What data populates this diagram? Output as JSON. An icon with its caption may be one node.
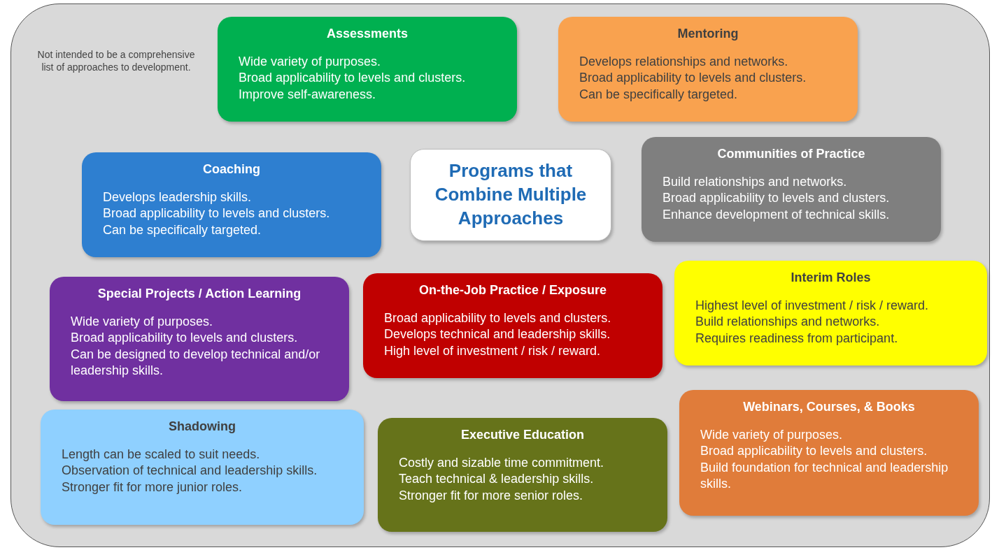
{
  "diagram": {
    "nodes": [
      {
        "text": [],
        "shape": "box"
      },
      {
        "text": [
          "Assessments",
          "Wide variety of purposes.",
          "Broad applicability to levels and clusters.",
          "Improve self-awareness."
        ],
        "in": 0
      },
      {
        "text": [
          "Mentoring",
          "Develops relationships and networks.",
          "Broad applicability to levels and clusters.",
          "Can be specifically targeted."
        ],
        "in": 0
      },
      {
        "text": [
          "Coaching",
          "Develops leadership skills.",
          "Broad applicability to levels and clusters.",
          "Can be specifically targeted."
        ],
        "in": 0
      },
      {
        "text": [
          "Programs that Combine Multiple Approaches"
        ],
        "in": 0
      },
      {
        "text": [
          "Communities of Practice",
          "Build relationships and networks.",
          "Broad applicability to levels and clusters.",
          "Enhance development of technical skills."
        ],
        "in": 0
      },
      {
        "text": [
          "Special Projects / Action Learning",
          "Wide variety of purposes.",
          "Broad applicability to levels and clusters.",
          "Can be designed to develop technical and/or leadership skills."
        ],
        "in": 0
      },
      {
        "text": [
          "On-the-Job Practice / Exposure",
          "Broad applicability to levels and clusters.",
          "Develops technical and leadership skills.",
          "High level of investment / risk / reward."
        ],
        "in": 0
      },
      {
        "text": [
          "Interim Roles",
          "Highest level of investment / risk / reward.",
          "Build relationships and networks.",
          "Requires readiness from participant."
        ],
        "in": 0
      },
      {
        "text": [
          "Shadowing",
          "Length can be scaled to suit needs.",
          "Observation of technical and leadership skills.",
          "Stronger fit for more junior roles."
        ],
        "in": 0
      },
      {
        "text": [
          "Executive Education",
          "Costly and sizable time commitment.",
          "Teach technical & leadership skills.",
          "Stronger fit for more senior roles."
        ],
        "in": 0
      },
      {
        "text": [
          "Webinars, Courses, & Books",
          "Wide variety of purposes.",
          "Broad applicability to levels and clusters.",
          "Build foundation for technical and leadership skills."
        ],
        "in": 0
      }
    ],
    "labels": [
      "Not intended to be a comprehensive list of approaches to development."
    ]
  }
}
